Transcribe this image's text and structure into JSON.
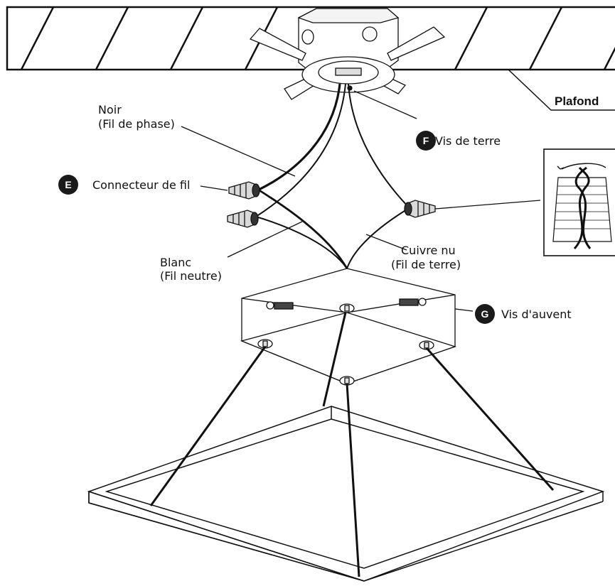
{
  "labels": {
    "ceiling": "Plafond",
    "black_wire_line1": "Noir",
    "black_wire_line2": "(Fil de phase)",
    "white_wire_line1": "Blanc",
    "white_wire_line2": "(Fil neutre)",
    "copper_wire_line1": "Cuivre nu",
    "copper_wire_line2": "(Fil de terre)",
    "wire_connector": "Connecteur de fil",
    "ground_screw": "Vis de terre",
    "canopy_screw": "Vis d'auvent"
  },
  "badges": {
    "e": "E",
    "f": "F",
    "g": "G"
  },
  "colors": {
    "line": "#111111",
    "badge_fill": "#1a1a1a",
    "connector_fill": "#d9d9d9",
    "background": "#ffffff"
  }
}
